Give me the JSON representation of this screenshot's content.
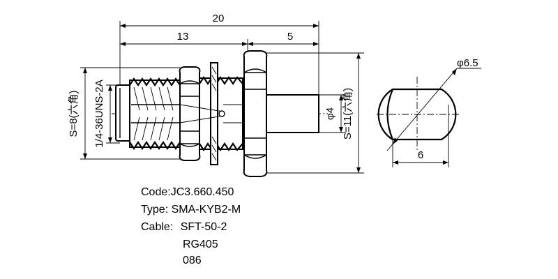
{
  "dimensions": {
    "overall_length": "20",
    "thread_length": "13",
    "rear_length": "5",
    "pin_diameter": "φ4",
    "hex_front": "S=8(六角)",
    "thread_spec": "1/4-36UNS-2A",
    "hex_rear": "S=11(六角)",
    "cutout_diameter": "φ6.5",
    "cutout_flat": "6"
  },
  "specs": {
    "code": "Code:JC3.660.450",
    "type": "Type: SMA-KYB2-M",
    "cable_label": "Cable:",
    "cable_1": "SFT-50-2",
    "cable_2": "RG405",
    "cable_3": "086"
  }
}
